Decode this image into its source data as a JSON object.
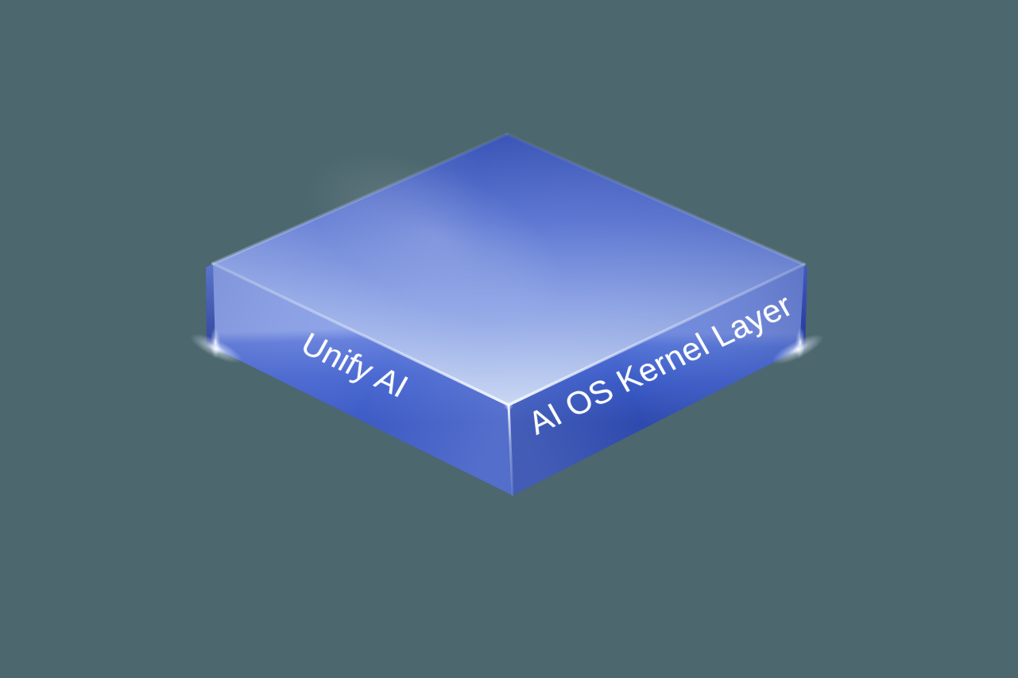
{
  "scene": {
    "type": "3d-isometric-slab-illustration",
    "background_color": "#4C676E"
  },
  "slab": {
    "left_face": {
      "label": "Unify AI"
    },
    "right_face": {
      "label": "AI OS Kernel Layer"
    },
    "colors": {
      "top_face_back": "#3A54B6",
      "top_face_mid": "#8BA2E5",
      "top_face_front": "#C9D7F3",
      "left_face_top": "#8DA3E8",
      "left_face_bottom": "#3C5AC4",
      "right_face_top": "#7089DE",
      "right_face_bottom": "#2E4AAE",
      "left_edge_face": "#3A53B2",
      "right_edge_face": "#22379B",
      "edge_highlight": "#F4F8FF",
      "label_text": "#FFFFFF"
    }
  }
}
